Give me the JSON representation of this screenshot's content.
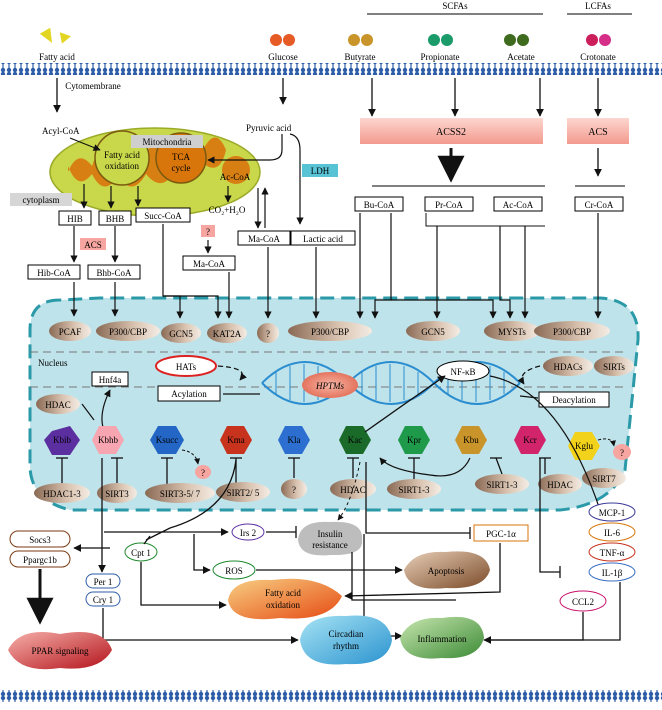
{
  "header": {
    "scfas": "SCFAs",
    "lcfas": "LCFAs"
  },
  "membrane": {
    "label": "Cytomembrane"
  },
  "molecules": {
    "fatty_acid": "Fatty acid",
    "glucose": "Glucose",
    "butyrate": "Butyrate",
    "propionate": "Propionate",
    "acetate": "Acetate",
    "crotonate": "Crotonate",
    "acyl_coa": "Acyl-CoA",
    "pyruvic_acid": "Pyruvic acid",
    "ac_coa_mito": "Ac-CoA",
    "co2_h2o": "CO₂+H₂O",
    "question": "?"
  },
  "mitochondria": {
    "label": "Mitochondria",
    "fao_line1": "Fatty acid",
    "fao_line2": "oxidation",
    "tca_line1": "TCA",
    "tca_line2": "cycle"
  },
  "enzymes": {
    "acss2": "ACSS2",
    "acs_lcfa": "ACS",
    "acs_small": "ACS",
    "ldh": "LDH"
  },
  "cytoplasm": {
    "label": "cytoplasm",
    "hib": "HIB",
    "bhb": "BHB",
    "hib_coa": "Hib-CoA",
    "bhb_coa": "Bhb-CoA",
    "succ_coa": "Succ-CoA",
    "ma_coa_q": "Ma-CoA",
    "ma_coa": "Ma-CoA",
    "lactic_acid": "Lactic acid",
    "bu_coa": "Bu-CoA",
    "pr_coa": "Pr-CoA",
    "ac_coa": "Ac-CoA",
    "cr_coa": "Cr-CoA"
  },
  "nucleus": {
    "label": "Nucleus",
    "writers": [
      "PCAF",
      "P300/CBP",
      "GCN5",
      "KAT2A",
      "?",
      "P300/CBP",
      "GCN5",
      "MYSTs",
      "P300/CBP"
    ],
    "hats": "HATs",
    "acylation": "Acylation",
    "hptms": "HPTMs",
    "nfkb": "NF-κB",
    "hdacs": "HDACs",
    "sirts": "SIRTs",
    "deacylation": "Deacylation",
    "hnf4a": "Hnf4a",
    "hdac_left": "HDAC",
    "marks": [
      "Kbib",
      "Kbhb",
      "Ksucc",
      "Kma",
      "Kla",
      "Kac",
      "Kpr",
      "Kbu",
      "Kcr",
      "Kglu"
    ],
    "kglu_q": "?",
    "ksucc_q": "?",
    "erasers": {
      "kbib": "HDAC1-3",
      "kbhb": "SIRT3",
      "ksucc": "SIRT3-5/ 7",
      "kma": "SIRT2/ 5",
      "kla": "?",
      "kac": "HDAC",
      "kpr": "SIRT1-3",
      "kbu": "SIRT1-3",
      "kcr": "HDAC",
      "kglu": "SIRT7"
    }
  },
  "downstream": {
    "socs3": "Socs3",
    "ppargc1b": "Ppargc1b",
    "cpt1": "Cpt 1",
    "irs2": "Irs 2",
    "insulin_line1": "Insulin",
    "insulin_line2": "resistance",
    "pgc1a": "PGC-1α",
    "per1": "Per 1",
    "cry1": "Cry 1",
    "ros": "ROS",
    "mcp1": "MCP-1",
    "il6": "IL-6",
    "tnfa": "TNF-α",
    "il1b": "IL-1β",
    "ccl2": "CCL2"
  },
  "outcomes": {
    "ppar": "PPAR signaling",
    "circadian_line1": "Circadian",
    "circadian_line2": "rhythm",
    "fao_line1": "Fatty acid",
    "fao_line2": "oxidation",
    "apoptosis": "Apoptosis",
    "inflammation": "Inflammation"
  },
  "colors": {
    "membrane": "#2f5ea8",
    "nucleus_fill": "#bfe3ea",
    "nucleus_border": "#2b9aa8",
    "enzyme_pink": "#f7a5a0",
    "ldh_blue": "#59c3d6",
    "mito_yellow": "#c9d84a",
    "mito_orange": "#d8760c"
  }
}
